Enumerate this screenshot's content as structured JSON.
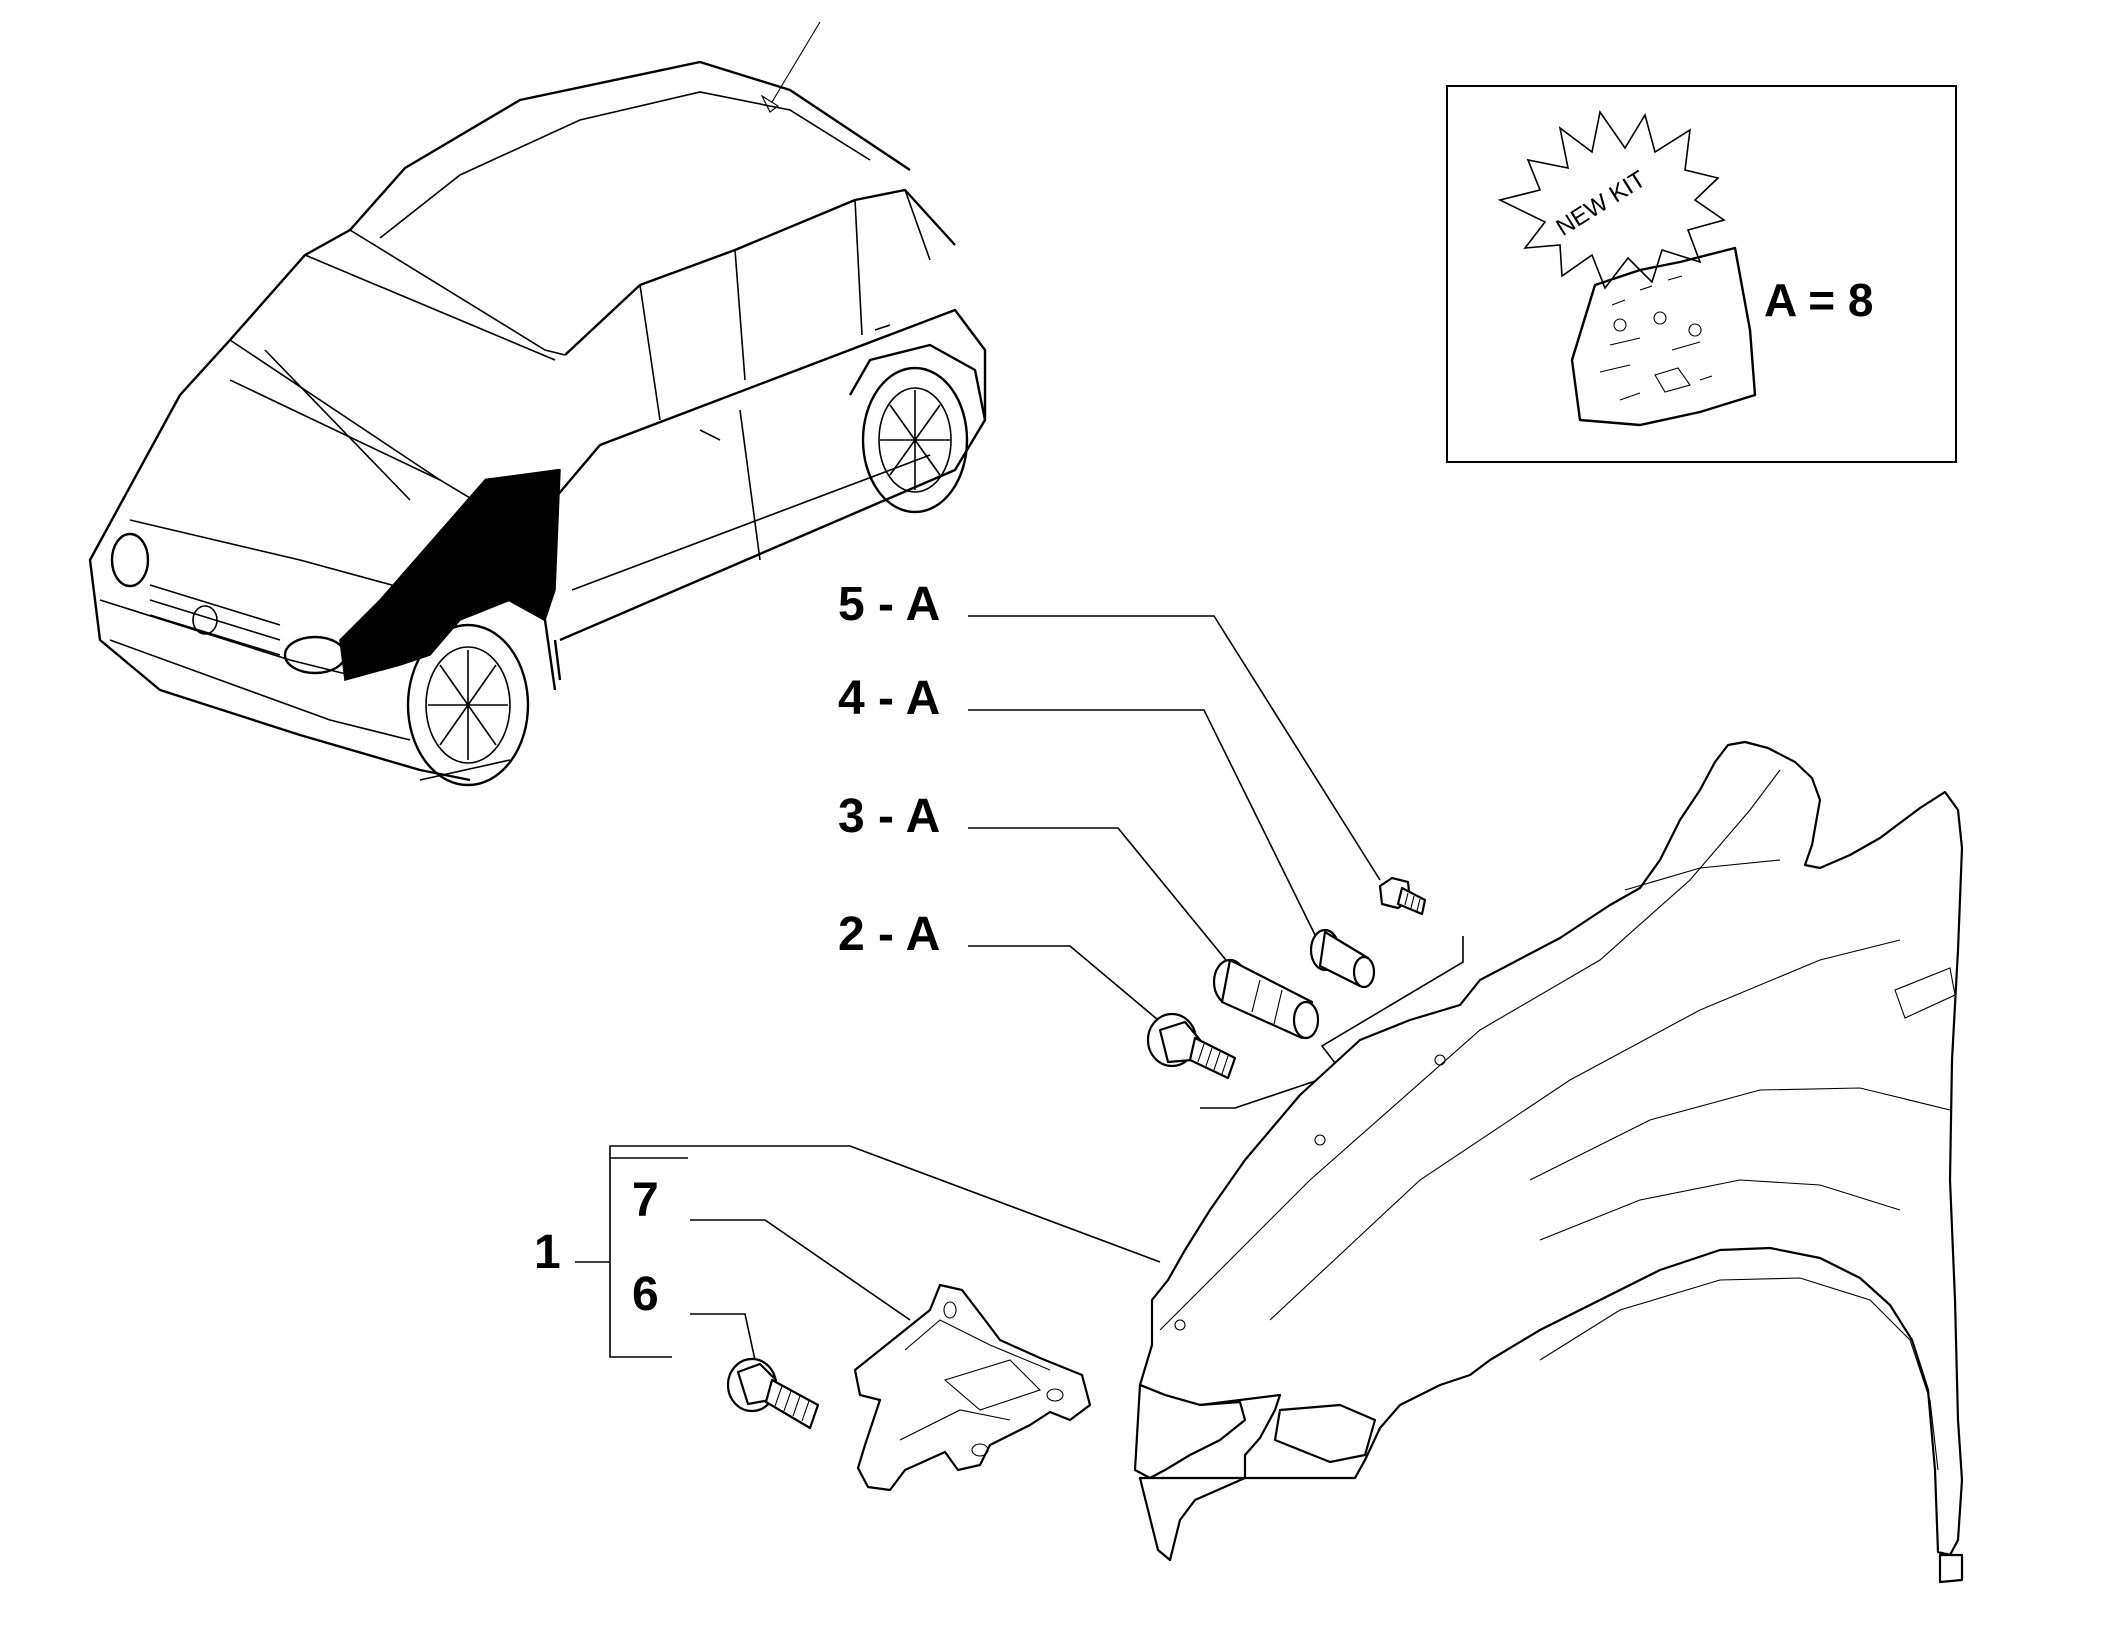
{
  "callouts": {
    "c5": "5 - A",
    "c4": "4 - A",
    "c3": "3 - A",
    "c2": "2 - A",
    "c1": "1",
    "c7": "7",
    "c6": "6"
  },
  "kit_box": {
    "burst_text": "NEW KIT",
    "label": "A = 8"
  }
}
